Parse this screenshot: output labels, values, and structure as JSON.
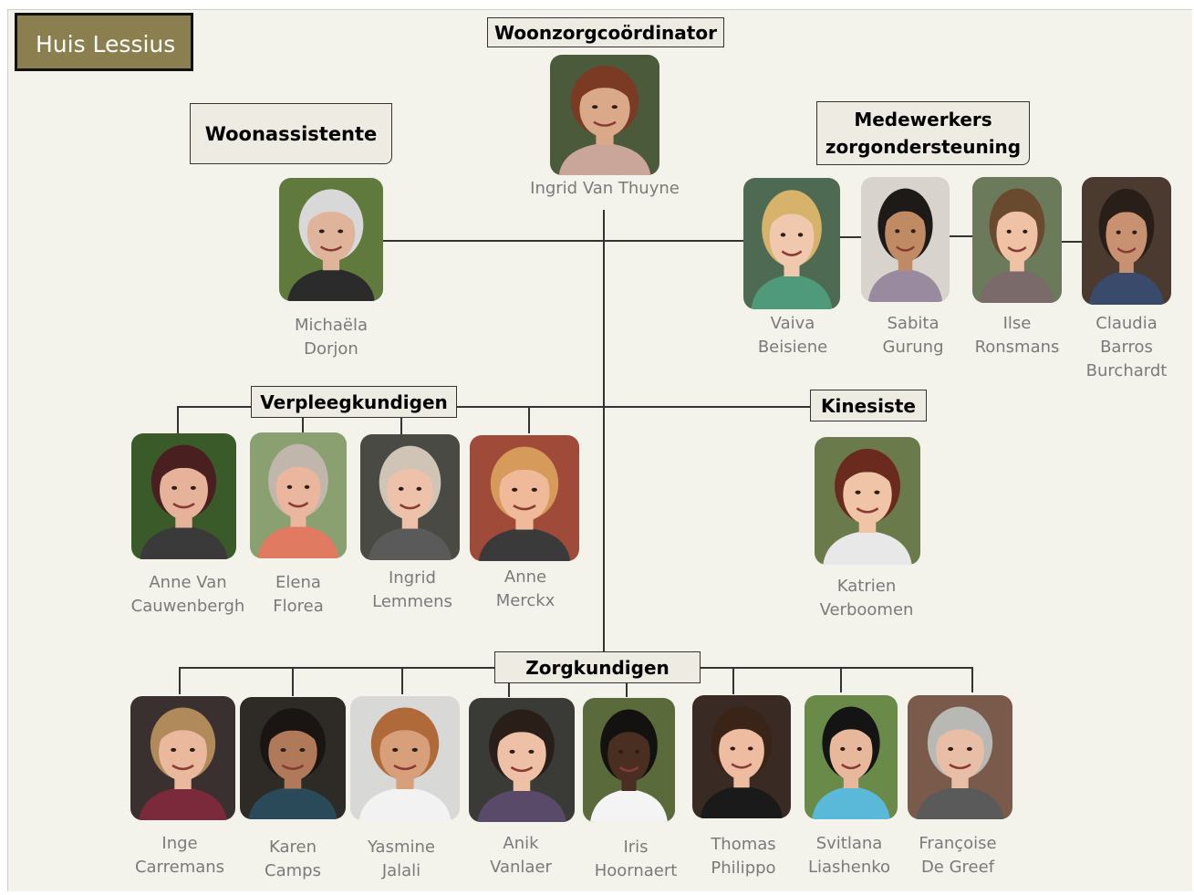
{
  "title": "Huis Lessius",
  "roles": {
    "coordinator": "Woonzorgcoördinator",
    "assistant": "Woonassistente",
    "support": "Medewerkers zorgondersteuning",
    "nurses": "Verpleegkundigen",
    "physio": "Kinesiste",
    "carers": "Zorgkundigen"
  },
  "people": {
    "coordinator": {
      "line1": "Ingrid Van Thuyne",
      "line2": ""
    },
    "assistant": {
      "line1": "Michaëla",
      "line2": "Dorjon"
    },
    "support": [
      {
        "line1": "Vaiva",
        "line2": "Beisiene",
        "line3": ""
      },
      {
        "line1": "Sabita",
        "line2": "Gurung",
        "line3": ""
      },
      {
        "line1": "Ilse",
        "line2": "Ronsmans",
        "line3": ""
      },
      {
        "line1": "Claudia",
        "line2": "Barros",
        "line3": "Burchardt"
      }
    ],
    "nurses": [
      {
        "line1": "Anne Van",
        "line2": "Cauwenbergh"
      },
      {
        "line1": "Elena",
        "line2": "Florea"
      },
      {
        "line1": "Ingrid",
        "line2": "Lemmens"
      },
      {
        "line1": "Anne",
        "line2": "Merckx"
      }
    ],
    "physio": {
      "line1": "Katrien",
      "line2": "Verboomen"
    },
    "carers": [
      {
        "line1": "Inge",
        "line2": "Carremans"
      },
      {
        "line1": "Karen",
        "line2": "Camps"
      },
      {
        "line1": "Yasmine",
        "line2": "Jalali"
      },
      {
        "line1": "Anik",
        "line2": "Vanlaer"
      },
      {
        "line1": "Iris",
        "line2": "Hoornaert"
      },
      {
        "line1": "Thomas",
        "line2": "Philippo"
      },
      {
        "line1": "Svitlana",
        "line2": "Liashenko"
      },
      {
        "line1": "Françoise",
        "line2": "De Greef"
      }
    ]
  },
  "colors": {
    "title_bg": "#8c7f4f",
    "background": "#f3f3ec",
    "label_bg": "#eeebe3",
    "name_text": "#7a7a7a"
  }
}
